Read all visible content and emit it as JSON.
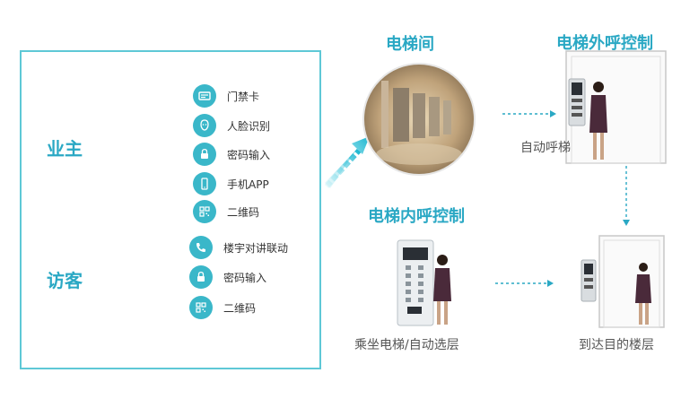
{
  "left": {
    "owner": {
      "label": "业主",
      "items": [
        "门禁卡",
        "人脸识别",
        "密码输入",
        "手机APP",
        "二维码"
      ]
    },
    "visitor": {
      "label": "访客",
      "items": [
        "楼宇对讲联动",
        "密码输入",
        "二维码"
      ]
    }
  },
  "right": {
    "lobby_title": "电梯间",
    "outside_title": "电梯外呼控制",
    "outside_caption": "自动呼梯",
    "inside_title": "电梯内呼控制",
    "inside_caption": "乘坐电梯/自动选层",
    "arrive_caption": "到达目的楼层"
  },
  "colors": {
    "accent": "#2aa8c4",
    "border": "#5ec8d6",
    "icon_bg": "#3ab7c9"
  }
}
